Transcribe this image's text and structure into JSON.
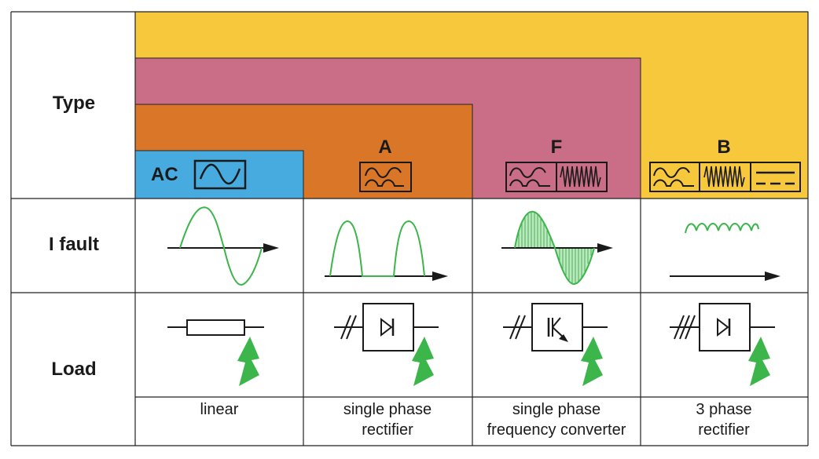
{
  "rows": {
    "type": "Type",
    "i_fault": "I fault",
    "load": "Load"
  },
  "types": {
    "ac": "AC",
    "a": "A",
    "f": "F",
    "b": "B"
  },
  "captions": {
    "linear": "linear",
    "single_rectifier_line1": "single phase",
    "single_rectifier_line2": "rectifier",
    "converter_line1": "single phase",
    "converter_line2": "frequency converter",
    "three_phase_line1": "3 phase",
    "three_phase_line2": "rectifier"
  },
  "colors": {
    "yellow": "#F7C83C",
    "pink": "#C96E86",
    "orange": "#D97628",
    "blue": "#47ABE0",
    "wave": "#3CB54A",
    "line": "#1a1a1a"
  }
}
